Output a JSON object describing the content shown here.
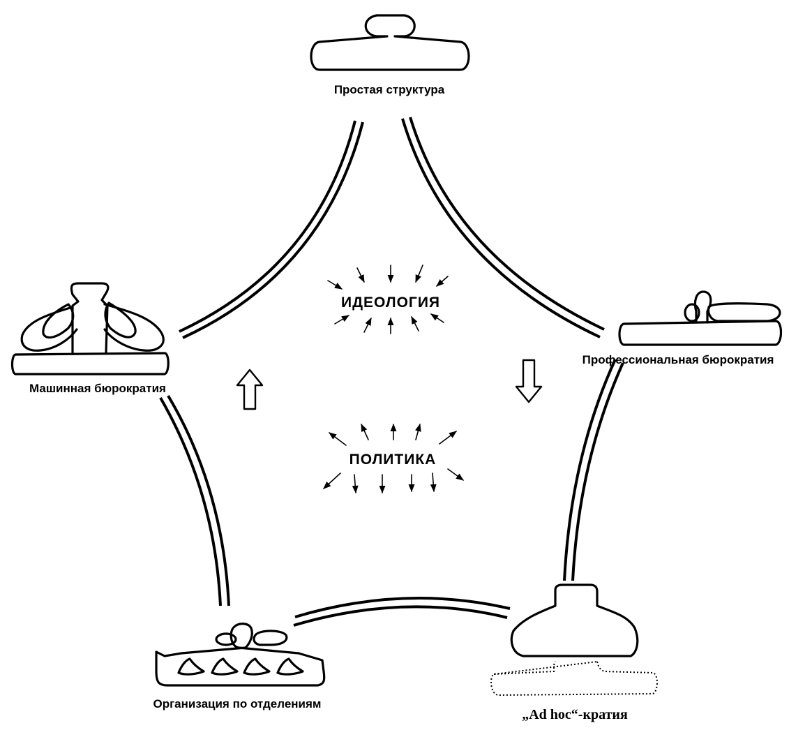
{
  "nodes": {
    "simple": {
      "label": "Простая структура"
    },
    "machine": {
      "label": "Машинная бюрократия"
    },
    "professional": {
      "label": "Профессиональная бюрократия"
    },
    "divisional": {
      "label": "Организация по отделениям"
    },
    "adhocracy": {
      "label": "„Ad hoc“-кратия"
    }
  },
  "center": {
    "ideology": "ИДЕОЛОГИЯ",
    "politics": "ПОЛИТИКА"
  },
  "arrows": {
    "left": {
      "direction": "up"
    },
    "right": {
      "direction": "down"
    }
  }
}
